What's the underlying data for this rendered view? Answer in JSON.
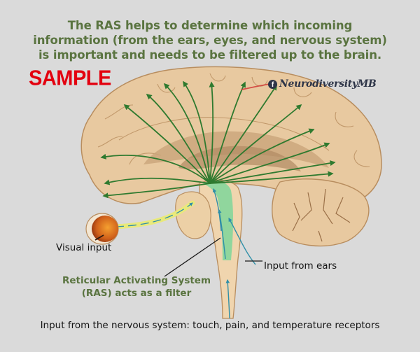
{
  "title": {
    "lines": [
      "The RAS helps to determine which incoming",
      "information (from the ears, eyes, and nervous system)",
      "is important and needs to be filtered up to the brain."
    ]
  },
  "watermark": {
    "sample": "SAMPLE",
    "credit_icon": "facebook-icon",
    "credit_glyph": "f",
    "credit_text": "NeurodiversityMB"
  },
  "labels": {
    "visual_input": "Visual input",
    "ras_line1": "Reticular Activating System",
    "ras_line2": "(RAS) acts as a filter",
    "ears_input": "Input from ears",
    "nervous_input": "Input from the nervous system: touch, pain, and temperature receptors"
  },
  "colors": {
    "background": "#dadada",
    "title_green": "#5a7440",
    "sample_red": "#e3000f",
    "brain_tan": "#e8c9a0",
    "arrow_green": "#2f7a2f",
    "ras_green": "#7fd69a",
    "input_teal": "#2f8fa8"
  }
}
